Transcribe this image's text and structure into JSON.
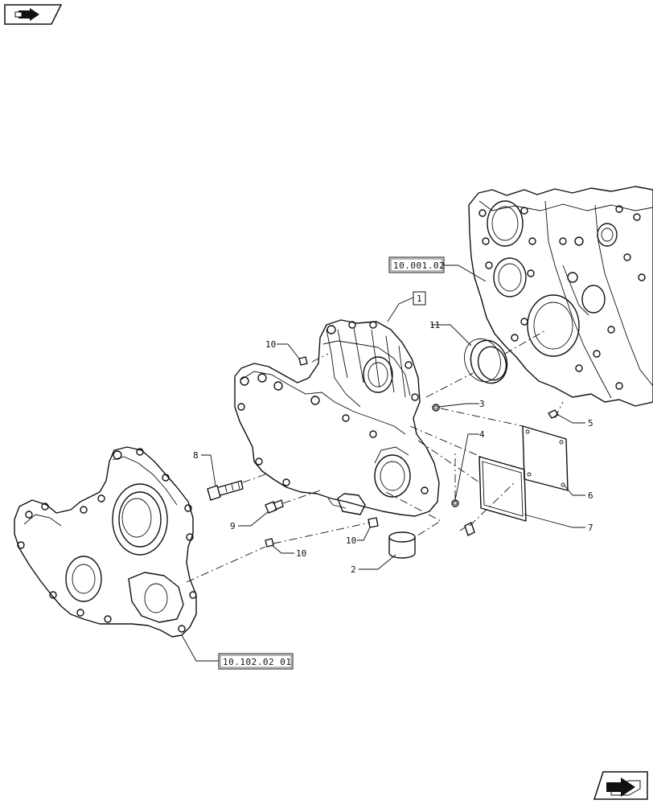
{
  "nav": {
    "prev_icon": "arrow-left-icon",
    "next_icon": "arrow-right-icon"
  },
  "references": {
    "engine_block": "10.001.02",
    "front_cover": "10.102.02 01"
  },
  "callouts": {
    "part_1": "1",
    "part_2": "2",
    "part_3": "3",
    "part_4": "4",
    "part_5": "5",
    "part_6": "6",
    "part_7": "7",
    "part_8": "8",
    "part_9": "9",
    "part_10_top": "10",
    "part_10_mid": "10",
    "part_10_low": "10",
    "part_11": "11"
  }
}
